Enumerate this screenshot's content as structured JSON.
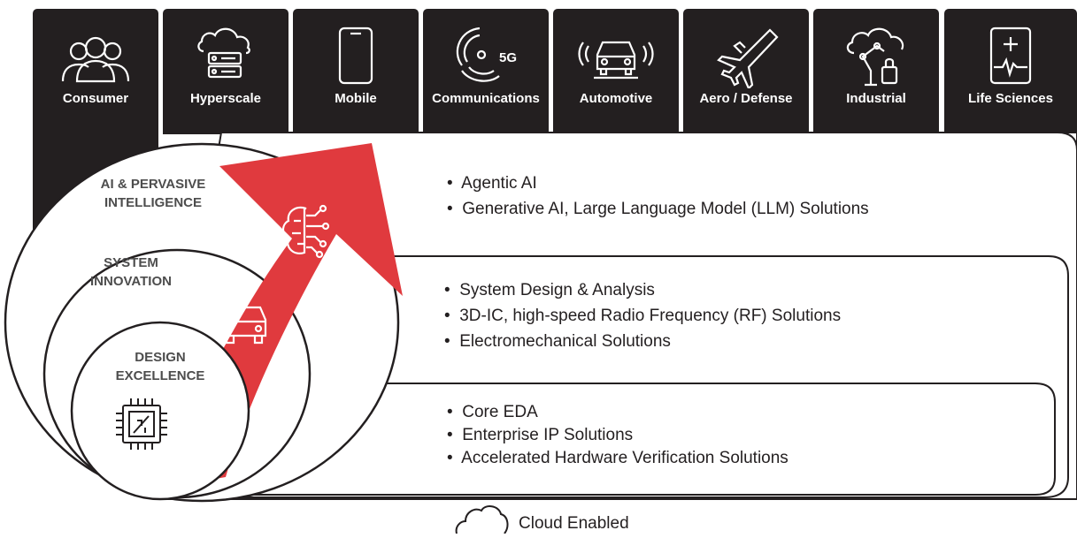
{
  "markets": [
    {
      "label": "Consumer",
      "icon": "people-icon"
    },
    {
      "label": "Hyperscale",
      "icon": "cloud-server-icon"
    },
    {
      "label": "Mobile",
      "icon": "smartphone-icon"
    },
    {
      "label": "Communications",
      "icon": "5g-signal-icon"
    },
    {
      "label": "Automotive",
      "icon": "connected-car-icon"
    },
    {
      "label": "Aero / Defense",
      "icon": "jet-icon"
    },
    {
      "label": "Industrial",
      "icon": "robot-arm-cloud-icon"
    },
    {
      "label": "Life Sciences",
      "icon": "heartbeat-monitor-icon"
    }
  ],
  "layers": [
    {
      "label_line1": "AI & PERVASIVE",
      "label_line2": "INTELLIGENCE",
      "icon": "ai-brain-icon",
      "bullets": [
        "Agentic AI",
        "Generative AI, Large Language Model (LLM) Solutions"
      ]
    },
    {
      "label_line1": "SYSTEM",
      "label_line2": "INNOVATION",
      "icon": "connected-car-icon",
      "bullets": [
        "System Design & Analysis",
        "3D-IC, high-speed Radio Frequency (RF) Solutions",
        "Electromechanical Solutions"
      ]
    },
    {
      "label_line1": "DESIGN",
      "label_line2": "EXCELLENCE",
      "icon": "chip-icon",
      "bullets": [
        "Core EDA",
        "Enterprise IP Solutions",
        "Accelerated Hardware Verification Solutions"
      ]
    }
  ],
  "footer": {
    "label": "Cloud Enabled",
    "icon": "cloud-icon"
  },
  "colors": {
    "tab_bg": "#231f20",
    "arrow": "#e03a3e",
    "text": "#231f20",
    "label_gray": "#4d4d4d"
  }
}
